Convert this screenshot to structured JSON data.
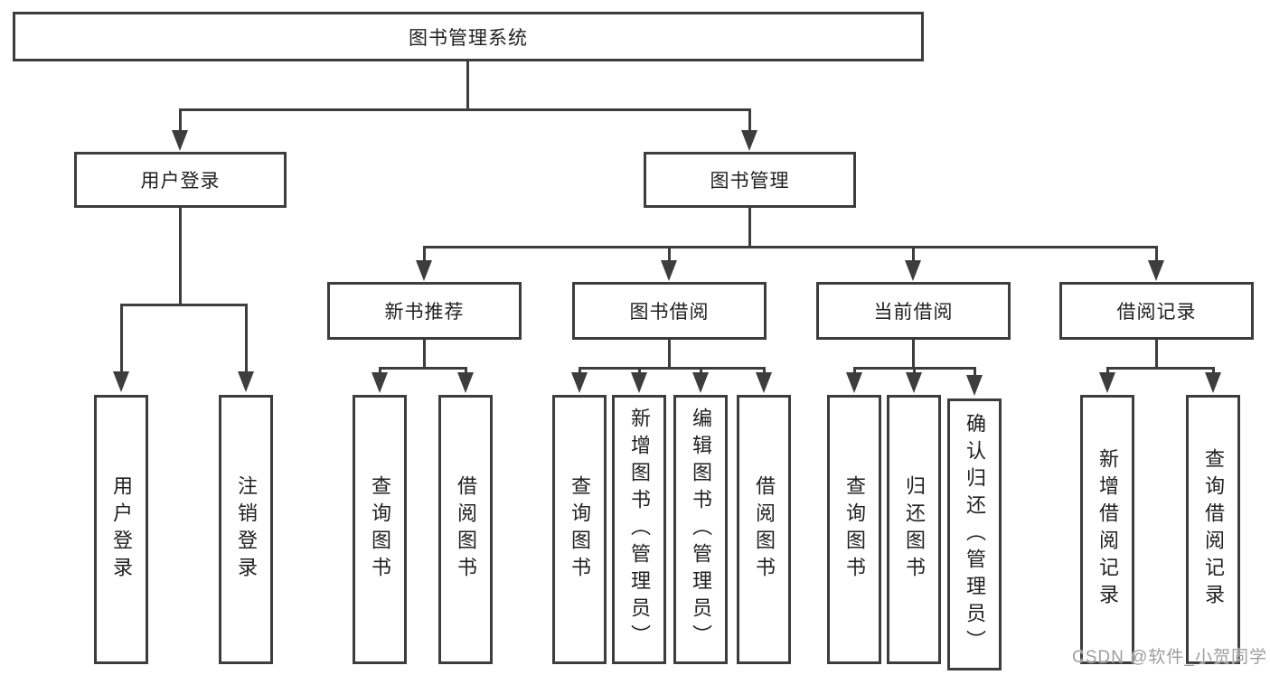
{
  "diagram": {
    "title": "图书管理系统",
    "type": "hierarchy-diagram",
    "colors": {
      "line": "#3d3d3d",
      "text": "#212121",
      "watermark": "#9e9e9e",
      "background": "#ffffff"
    },
    "root": {
      "label": "图书管理系统",
      "children": [
        {
          "label": "用户登录",
          "children": [
            {
              "label": "用户登录"
            },
            {
              "label": "注销登录"
            }
          ]
        },
        {
          "label": "图书管理",
          "children": [
            {
              "label": "新书推荐",
              "children": [
                {
                  "label": "查询图书"
                },
                {
                  "label": "借阅图书"
                }
              ]
            },
            {
              "label": "图书借阅",
              "children": [
                {
                  "label": "查询图书"
                },
                {
                  "label": "新增图书（管理员）"
                },
                {
                  "label": "编辑图书（管理员）"
                },
                {
                  "label": "借阅图书"
                }
              ]
            },
            {
              "label": "当前借阅",
              "children": [
                {
                  "label": "查询图书"
                },
                {
                  "label": "归还图书"
                },
                {
                  "label": "确认归还（管理员）"
                }
              ]
            },
            {
              "label": "借阅记录",
              "children": [
                {
                  "label": "新增借阅记录"
                },
                {
                  "label": "查询借阅记录"
                }
              ]
            }
          ]
        }
      ]
    },
    "watermark": "CSDN @软件_小贺同学"
  }
}
